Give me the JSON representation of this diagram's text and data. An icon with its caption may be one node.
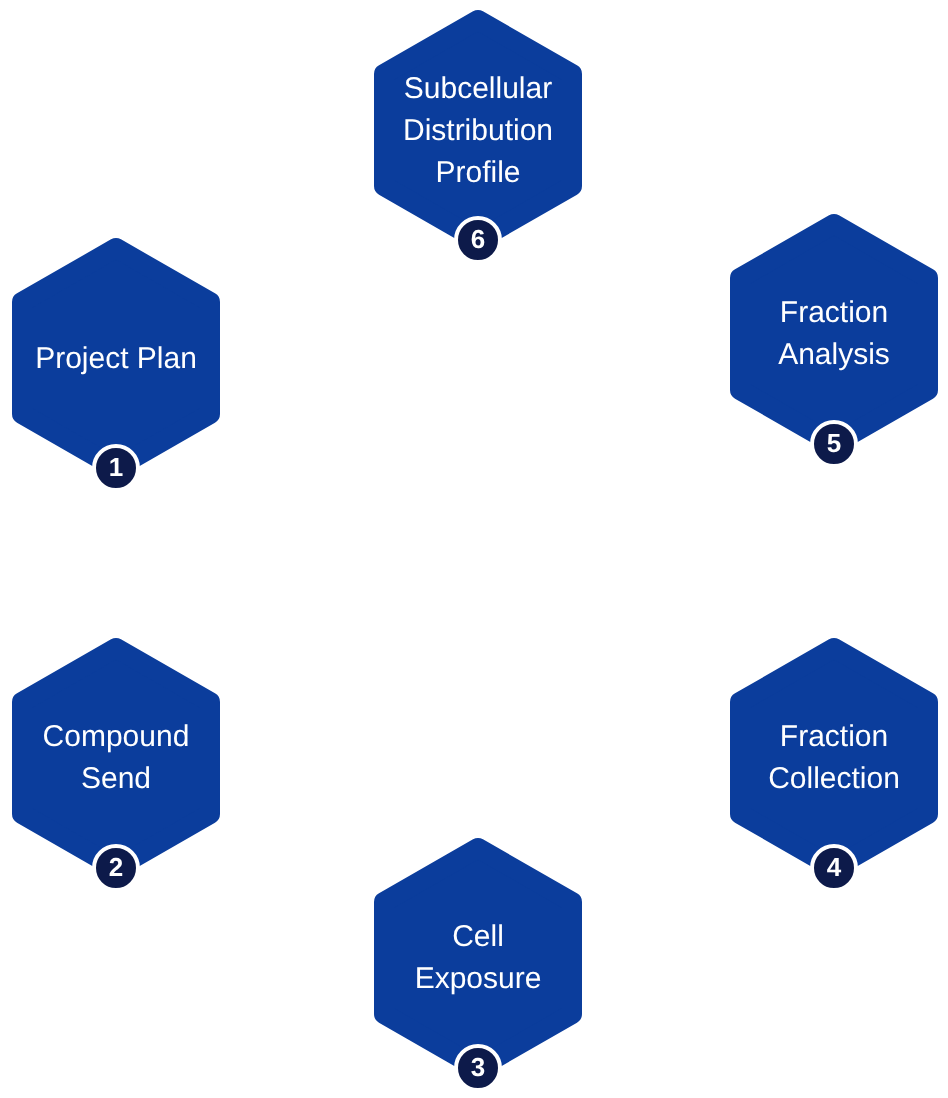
{
  "diagram": {
    "nodes": [
      {
        "text": [
          "Project Plan"
        ],
        "beside": [
          "1"
        ]
      },
      {
        "text": [
          "Compound Send"
        ],
        "beside": [
          "2"
        ]
      },
      {
        "text": [
          "Cell Exposure"
        ],
        "beside": [
          "3"
        ]
      },
      {
        "text": [
          "Fraction Collection"
        ],
        "beside": [
          "4"
        ]
      },
      {
        "text": [
          "Fraction Analysis"
        ],
        "beside": [
          "5"
        ]
      },
      {
        "text": [
          "Subcellular Distribution Profile"
        ],
        "beside": [
          "6"
        ]
      }
    ]
  }
}
